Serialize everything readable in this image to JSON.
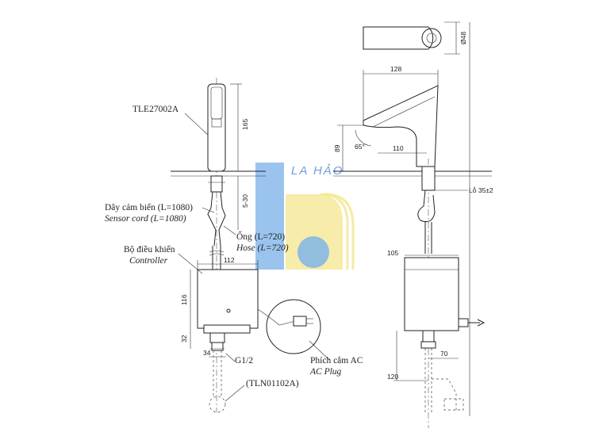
{
  "labels": {
    "model": "TLE27002A",
    "sensor_cord_vi": "Dây cảm biến (L=1080)",
    "sensor_cord_en": "Sensor cord (L=1080)",
    "hose_vi": "Ống (L=720)",
    "hose_en": "Hose (L=720)",
    "controller_vi": "Bộ điều khiển",
    "controller_en": "Controller",
    "thread": "G1/2",
    "valve_model": "(TLN01102A)",
    "plug_vi": "Phích cắm AC",
    "plug_en": "AC Plug"
  },
  "dimensions": {
    "left_height": "165",
    "left_range": "5-30",
    "controller_width": "112",
    "controller_height": "116",
    "outlet_height": "32",
    "outlet_width": "34",
    "top_diameter": "Ø48",
    "spout_length": "128",
    "spout_height": "89",
    "spout_angle": "65°",
    "spout_reach": "110",
    "deck_hole": "Lỗ 35±2",
    "side_width": "105",
    "outlet_offset": "70",
    "bottom_offset": "120"
  },
  "watermark": {
    "text": "LA HẢO",
    "colors": {
      "blue": "#6aa9e6",
      "yellow": "#f3e27a",
      "text": "#5a8fd8"
    }
  }
}
